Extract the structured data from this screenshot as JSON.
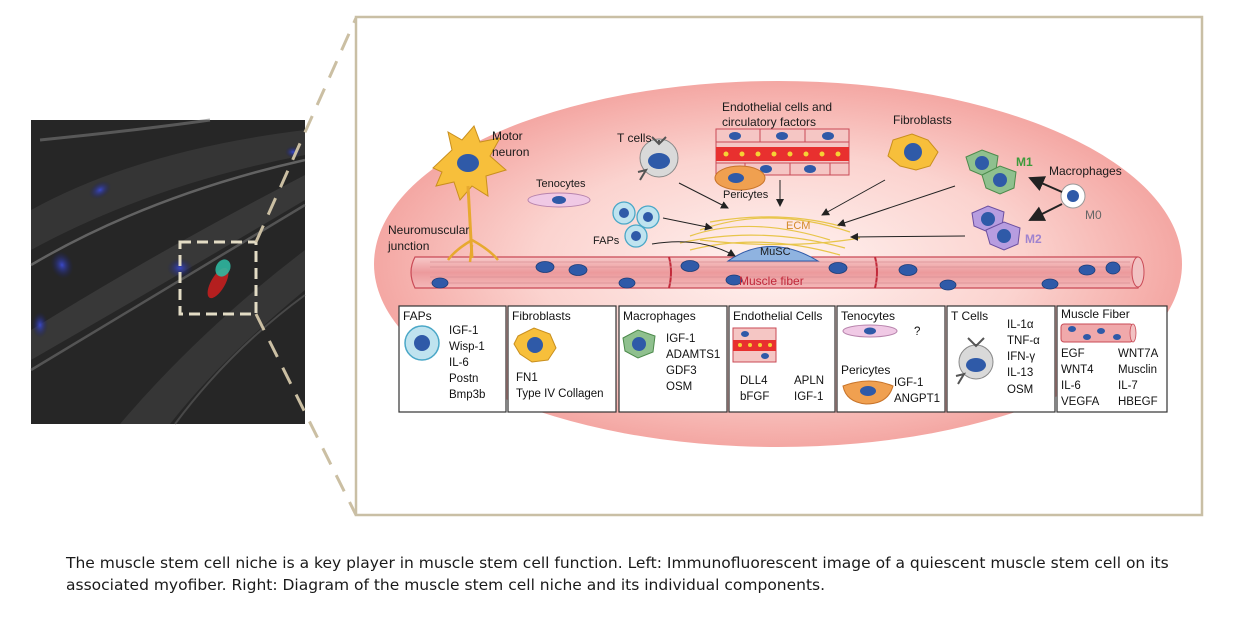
{
  "diagram": {
    "colors": {
      "frame": "#c9bfa5",
      "oval_center": "#fde9e7",
      "oval_edge": "#f6aaa6",
      "fiber": "#f0a9ab",
      "nucleus": "#2f5aa8",
      "green_cell": "#8fc08e",
      "purple_cell": "#a98cd0",
      "yellow_cell": "#f7bf3b"
    },
    "labels": {
      "motor_neuron": [
        "Motor",
        "neuron"
      ],
      "t_cells": "T cells",
      "endothelial": [
        "Endothelial cells and",
        "circulatory factors"
      ],
      "fibroblasts": "Fibroblasts",
      "m1": "M1",
      "macrophages": "Macrophages",
      "m0": "M0",
      "m2": "M2",
      "tenocytes": "Tenocytes",
      "pericytes": "Pericytes",
      "faps": "FAPs",
      "ecm": "ECM",
      "musc": "MuSC",
      "neuromuscular": [
        "Neuromuscular",
        "junction"
      ],
      "muscle_fiber": "Muscle fiber"
    },
    "table": [
      {
        "title": "FAPs",
        "items": [
          "IGF-1",
          "Wisp-1",
          "IL-6",
          "Postn",
          "Bmp3b"
        ]
      },
      {
        "title": "Fibroblasts",
        "items": [
          "FN1",
          "Type IV Collagen"
        ]
      },
      {
        "title": "Macrophages",
        "items": [
          "IGF-1",
          "ADAMTS1",
          "GDF3",
          "OSM"
        ]
      },
      {
        "title": "Endothelial Cells",
        "items_left": [
          "DLL4",
          "bFGF"
        ],
        "items_right": [
          "APLN",
          "IGF-1"
        ]
      },
      {
        "title": "Tenocytes",
        "unknown": "?",
        "sub_title": "Pericytes",
        "items": [
          "IGF-1",
          "ANGPT1"
        ]
      },
      {
        "title": "T Cells",
        "items": [
          "IL-1α",
          "TNF-α",
          "IFN-γ",
          "IL-13",
          "OSM"
        ]
      },
      {
        "title": "Muscle Fiber",
        "items_left": [
          "EGF",
          "WNT4",
          "IL-6",
          "VEGFA"
        ],
        "items_right": [
          "WNT7A",
          "Musclin",
          "IL-7",
          "HBEGF"
        ]
      }
    ]
  },
  "caption": "The muscle stem cell niche is a key player in muscle stem cell function. Left: Immunofluorescent image of a quiescent muscle stem cell on its associated myofiber. Right: Diagram of the muscle stem cell niche and its individual components."
}
